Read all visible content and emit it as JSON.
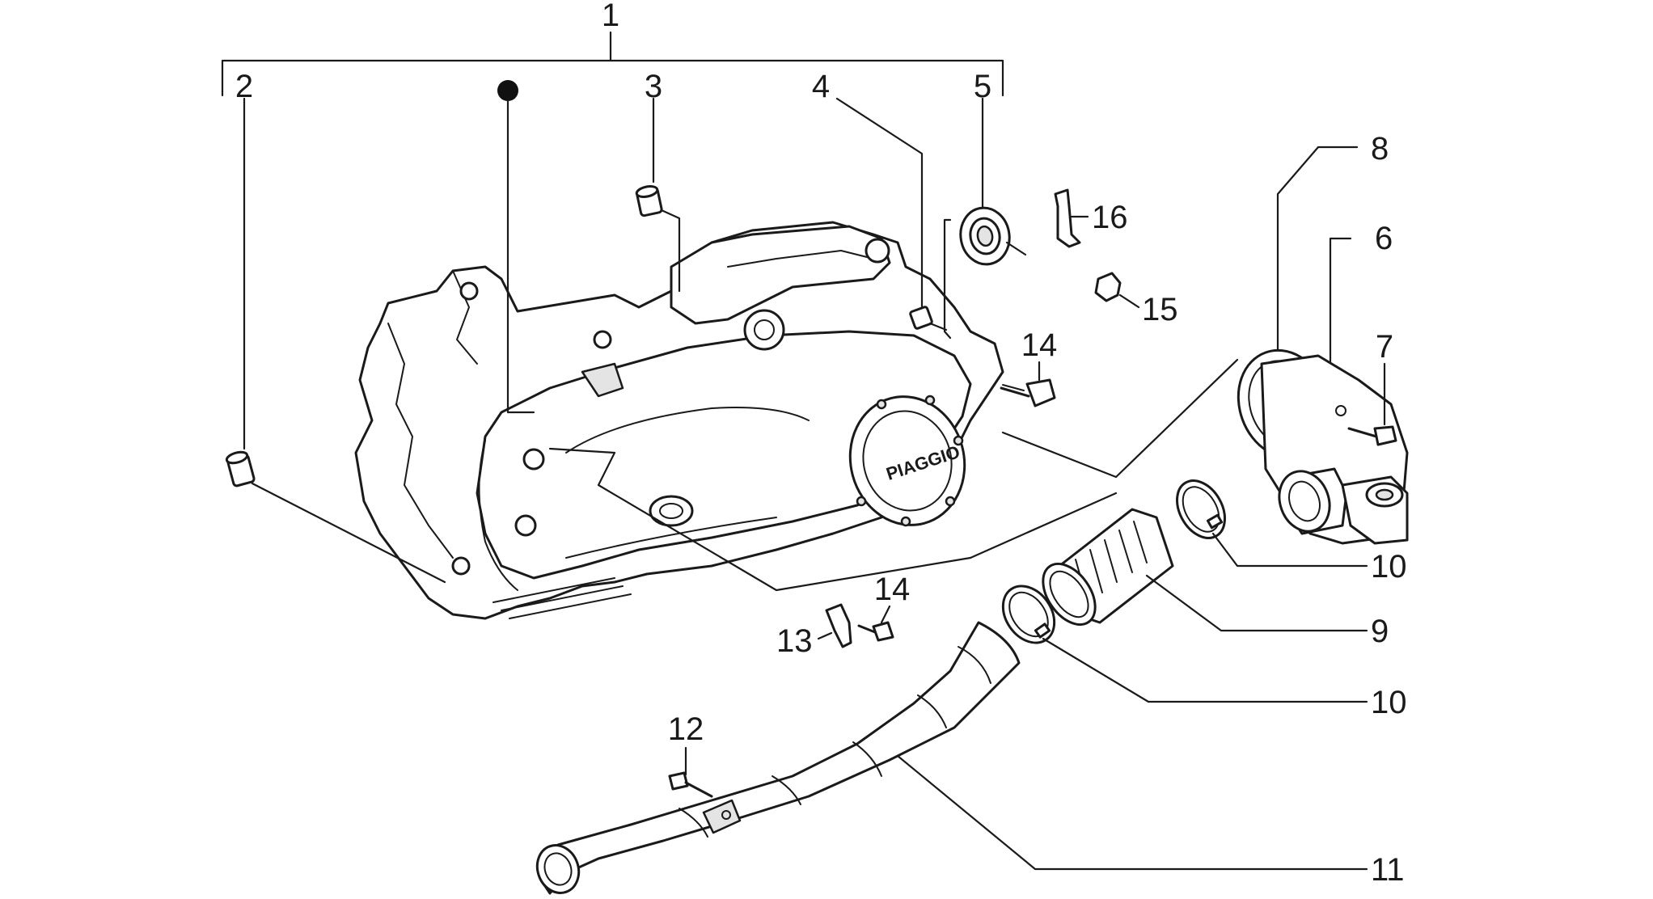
{
  "diagram": {
    "brand_text": "PIAGGIO",
    "callouts": {
      "c1": "1",
      "c2": "2",
      "c3": "3",
      "c4": "4",
      "c5": "5",
      "c6": "6",
      "c7": "7",
      "c8": "8",
      "c9": "9",
      "c10a": "10",
      "c10b": "10",
      "c11": "11",
      "c12": "12",
      "c13": "13",
      "c14a": "14",
      "c14b": "14",
      "c15": "15",
      "c16": "16"
    }
  }
}
